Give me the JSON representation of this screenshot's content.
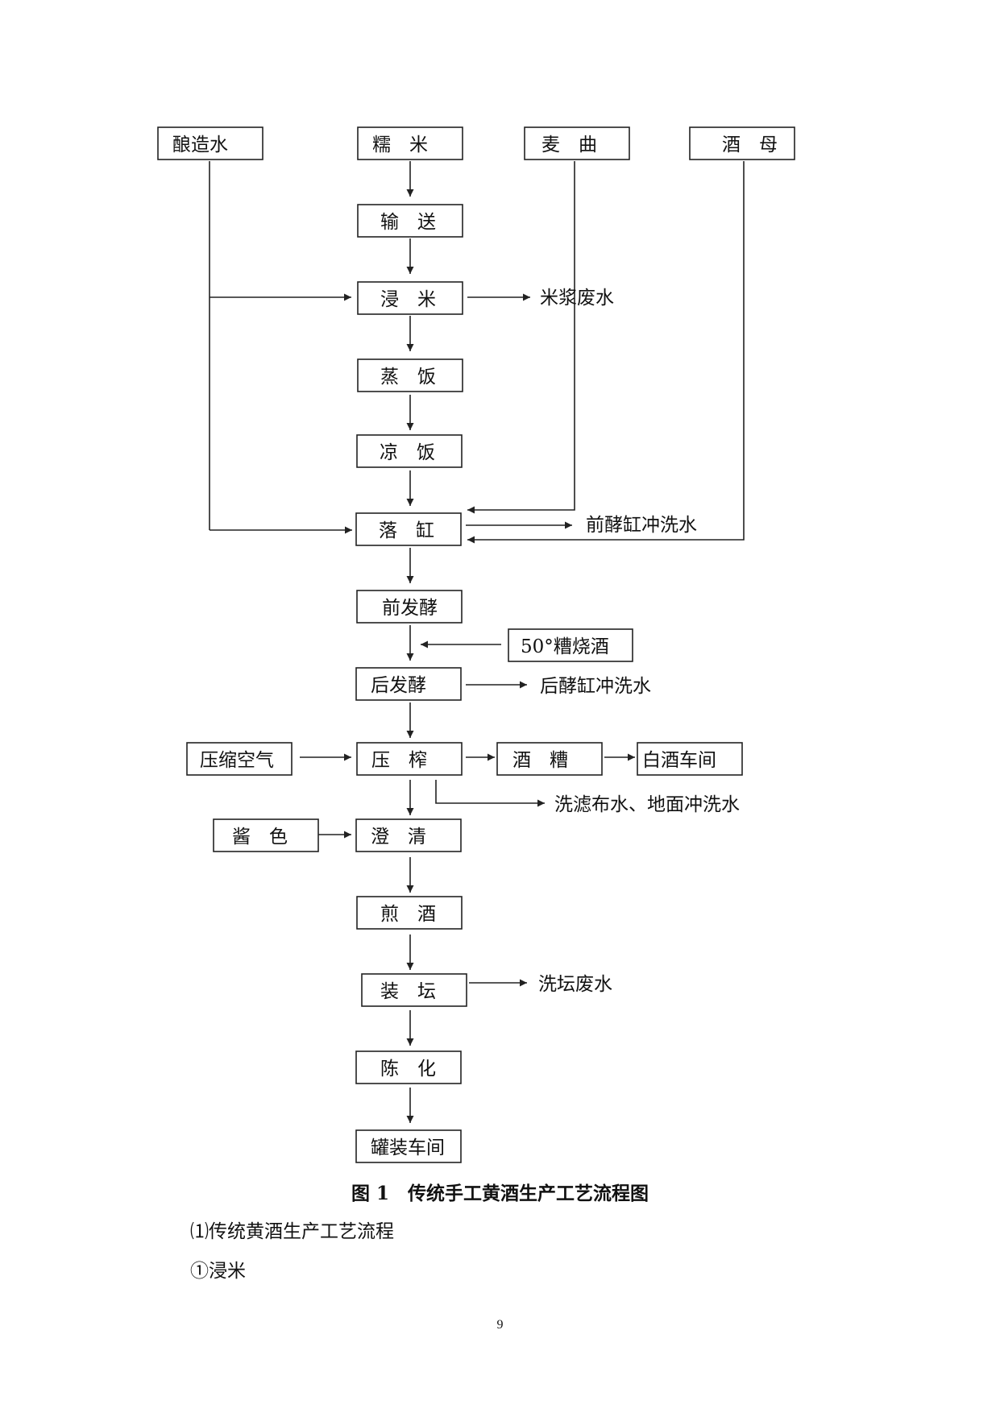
{
  "diagram": {
    "boxes": {
      "brewing_water": "酿造水",
      "glutinous_rice": "糯　米",
      "wheat_koji": "麦　曲",
      "yeast_starter": "酒　母",
      "conveying": "输　送",
      "soaking": "浸　米",
      "steaming": "蒸　饭",
      "cooling": "凉　饭",
      "vat_loading": "落　缸",
      "primary_fermentation": "前发酵",
      "liquor_50": "50°糟烧酒",
      "post_fermentation": "后发酵",
      "compressed_air": "压缩空气",
      "pressing": "压　榨",
      "lees": "酒　糟",
      "baijiu_workshop": "白酒车间",
      "caramel": "酱　色",
      "clarifying": "澄　清",
      "decocting": "煎　酒",
      "jarring": "装　坛",
      "aging": "陈　化",
      "canning_workshop": "罐装车间"
    },
    "outputs": {
      "rice_wastewater": "米浆废水",
      "primary_vat_wash": "前酵缸冲洗水",
      "post_vat_wash": "后酵缸冲洗水",
      "cloth_floor_wash": "洗滤布水、地面冲洗水",
      "jar_wash": "洗坛废水"
    }
  },
  "caption": "图 1　传统手工黄酒生产工艺流程图",
  "paragraphs": {
    "p1": "⑴传统黄酒生产工艺流程",
    "p2": "①浸米"
  },
  "page_number": "9"
}
